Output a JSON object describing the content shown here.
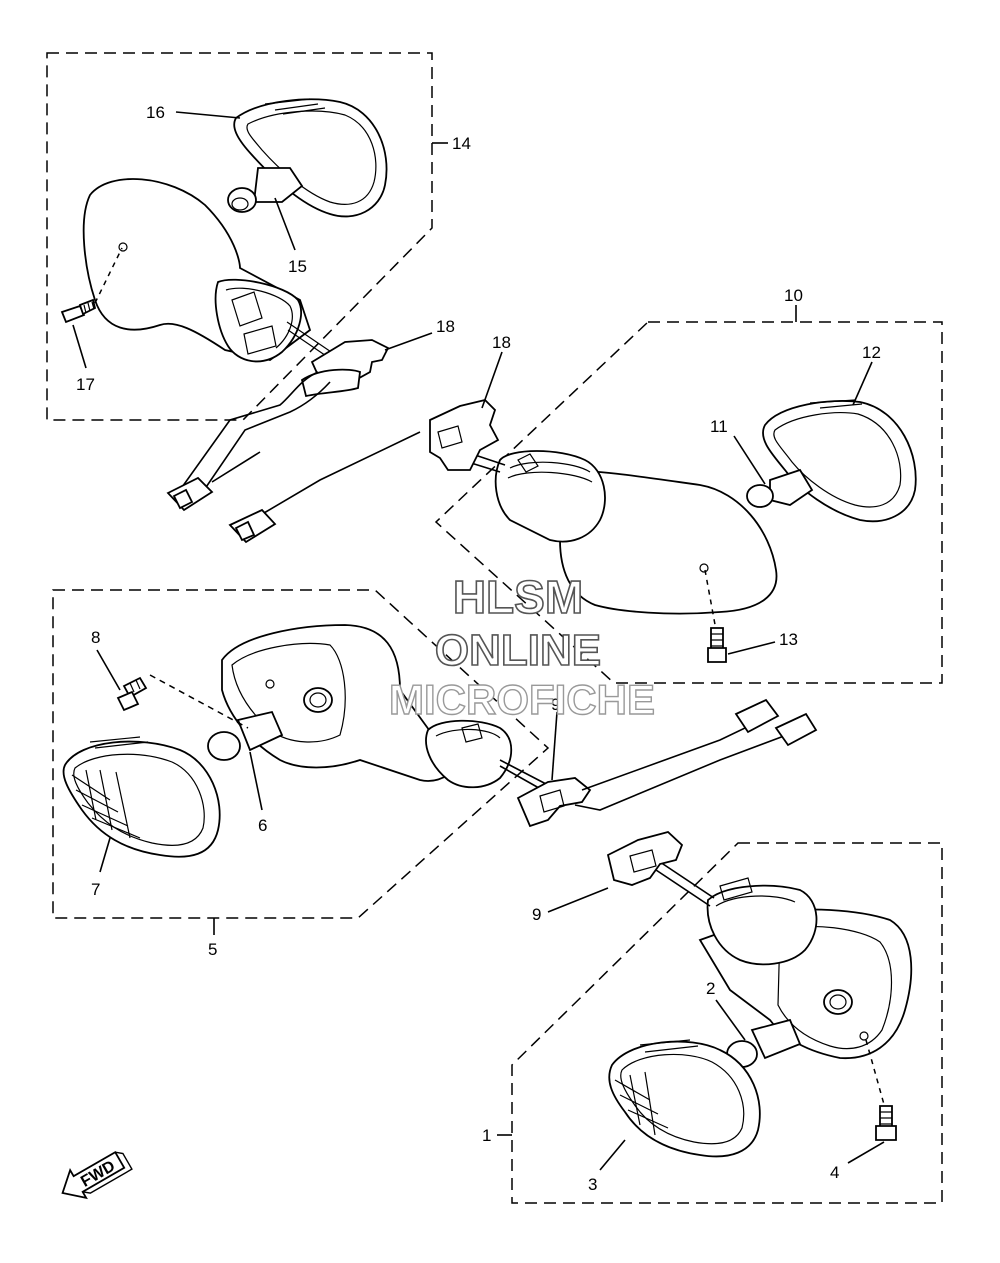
{
  "callouts": {
    "c1": "1",
    "c2": "2",
    "c3": "3",
    "c4": "4",
    "c5": "5",
    "c6": "6",
    "c7": "7",
    "c8": "8",
    "c9a": "9",
    "c9b": "9",
    "c10": "10",
    "c11": "11",
    "c12": "12",
    "c13": "13",
    "c14": "14",
    "c15": "15",
    "c16": "16",
    "c17": "17",
    "c18a": "18",
    "c18b": "18"
  },
  "watermark": {
    "line1": "HLSM",
    "line2": "ONLINE",
    "line3": "MICROFICHE"
  },
  "fwd_label": "FWD"
}
